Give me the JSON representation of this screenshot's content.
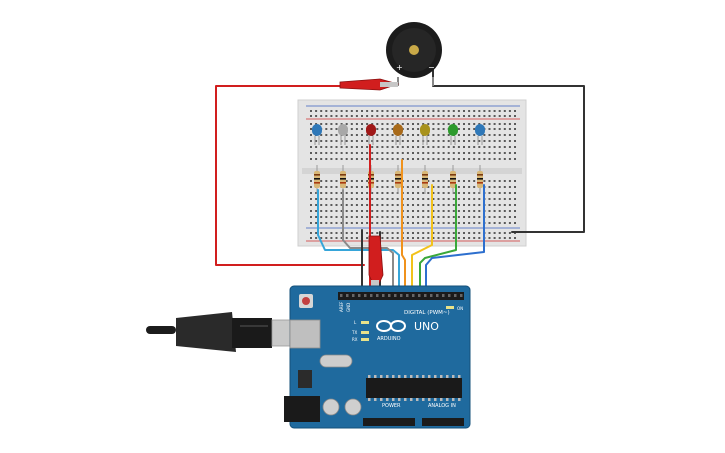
{
  "board": {
    "logo_text": "ARDUINO",
    "model": "UNO",
    "digital_label": "DIGITAL (PWM~)",
    "power_label": "POWER",
    "analog_label": "ANALOG IN",
    "on_label": "ON",
    "l_label": "L",
    "tx_label": "TX",
    "rx_label": "RX",
    "aref_label": "AREF",
    "gnd_label": "GND"
  },
  "buzzer": {
    "plus_label": "+",
    "minus_label": "−"
  },
  "leds": [
    {
      "name": "led-blue-1",
      "color": "#2f78b8"
    },
    {
      "name": "led-white",
      "color": "#a8a8a8"
    },
    {
      "name": "led-red",
      "color": "#a01818"
    },
    {
      "name": "led-orange",
      "color": "#a86a1a"
    },
    {
      "name": "led-yellow",
      "color": "#a8921c"
    },
    {
      "name": "led-green",
      "color": "#2c9a2c"
    },
    {
      "name": "led-blue-2",
      "color": "#2f78b8"
    }
  ],
  "wires": {
    "red": "#d11e1e",
    "black": "#333333",
    "cyan": "#36a5d9",
    "gray": "#8a8a8a",
    "orange": "#f0921c",
    "yellow": "#f2c21b",
    "green": "#3aa83a",
    "blue": "#2d6fce"
  },
  "colors": {
    "board": "#1f6a9e",
    "breadboard": "#e2e2e2"
  }
}
